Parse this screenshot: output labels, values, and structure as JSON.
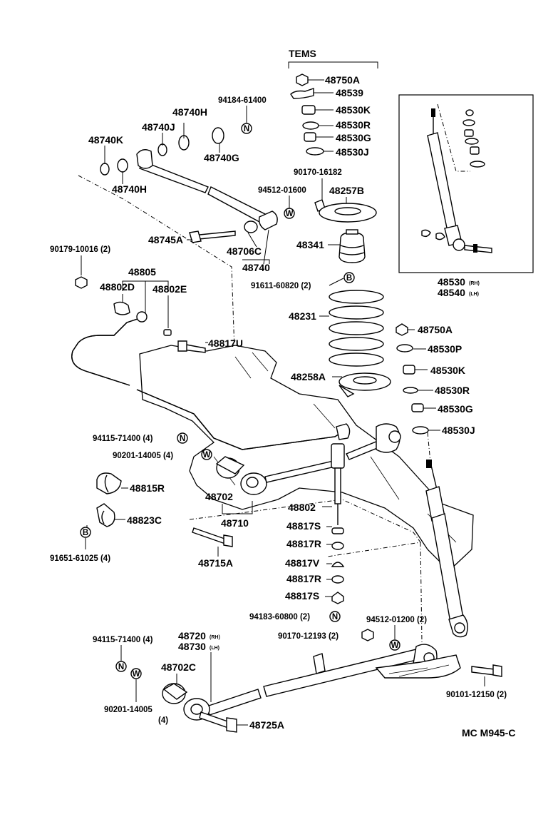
{
  "diagram": {
    "code": "MC M945-C",
    "group_label": "TEMS",
    "labels": {
      "p48750A_top": "48750A",
      "p48539": "48539",
      "p48530K_top": "48530K",
      "p48530R_top": "48530R",
      "p48530G_top": "48530G",
      "p48530J_top": "48530J",
      "p94184": "94184-61400",
      "p48740H_top": "48740H",
      "p48740J": "48740J",
      "p48740K": "48740K",
      "p48740G": "48740G",
      "p48740H_left": "48740H",
      "p90170_16182": "90170-16182",
      "p48257B": "48257B",
      "p94512_01600": "94512-01600",
      "p48745A": "48745A",
      "p48706C": "48706C",
      "p48740": "48740",
      "p48341": "48341",
      "p90179": "90179-10016 (2)",
      "p48805": "48805",
      "p48802D": "48802D",
      "p48802E": "48802E",
      "p91611": "91611-60820 (2)",
      "p48231": "48231",
      "p48817U": "48817U",
      "p48750A_mid": "48750A",
      "p48530P": "48530P",
      "p48258A": "48258A",
      "p48530K_mid": "48530K",
      "p48530R_mid": "48530R",
      "p48530G_mid": "48530G",
      "p48530J_mid": "48530J",
      "p48530_main": "48530",
      "p48530_rh": "(RH)",
      "p48540_main": "48540",
      "p48540_lh": "(LH)",
      "p94115_top": "94115-71400 (4)",
      "p90201_top": "90201-14005 (4)",
      "p48815R": "48815R",
      "p48702": "48702",
      "p48710": "48710",
      "p48823C": "48823C",
      "p48802": "48802",
      "p48817S_a": "48817S",
      "p48817R_a": "48817R",
      "p91651": "91651-61025 (4)",
      "p48715A": "48715A",
      "p48817V": "48817V",
      "p48817R_b": "48817R",
      "p48817S_b": "48817S",
      "p94183": "94183-60800 (2)",
      "p94512_01200": "94512-01200 (2)",
      "p90170_12193": "90170-12193 (2)",
      "p94115_bot": "94115-71400 (4)",
      "p48720_main": "48720",
      "p48720_rh": "(RH)",
      "p48730_main": "48730",
      "p48730_lh": "(LH)",
      "p48702C": "48702C",
      "p90201_bot": "90201-14005",
      "p90201_bot_qty": "(4)",
      "p48725A": "48725A",
      "p90101": "90101-12150 (2)"
    },
    "markers": {
      "n": "N",
      "w": "W",
      "b": "B"
    }
  }
}
